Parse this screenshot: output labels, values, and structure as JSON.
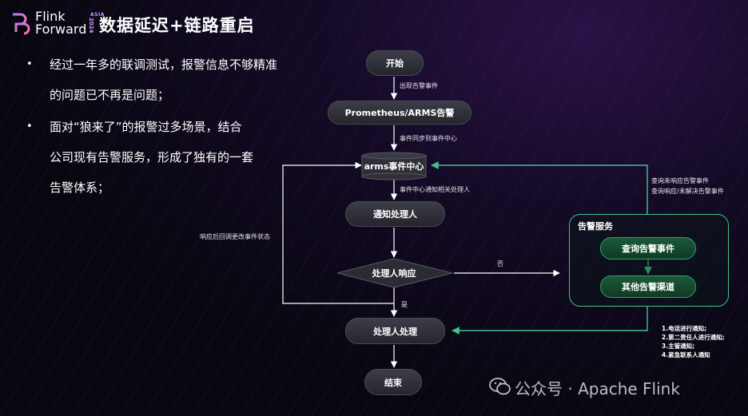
{
  "header": {
    "logo_line1": "Flink",
    "logo_line2": "Forward",
    "logo_asia": "ASIA",
    "logo_year": "2024",
    "title": "数据延迟+链路重启"
  },
  "bullets": [
    {
      "mark": "•",
      "lines": [
        "经过一年多的联调测试，报警信息不够精准",
        "的问题已不再是问题；"
      ]
    },
    {
      "mark": "•",
      "lines": [
        "面对“狼来了”的报警过多场景，结合",
        "公司现有告警服务，形成了独有的一套",
        "告警体系；"
      ]
    }
  ],
  "flow": {
    "start": "开始",
    "edge_start_prom": "出现告警事件",
    "prometheus": "Prometheus/ARMS告警",
    "edge_prom_center": "事件同步到事件中心",
    "event_center": "arms事件中心",
    "edge_center_notify": "事件中心通知相关处理人",
    "notify": "通知处理人",
    "decision": "处理人响应",
    "edge_no": "否",
    "edge_yes": "是",
    "edge_loop": "响应后回调更改事件状态",
    "handle": "处理人处理",
    "end": "结束",
    "service_title": "告警服务",
    "query_events": "查询告警事件",
    "other_channels": "其他告警渠道",
    "edge_service_query_1": "查询未响应告警事件",
    "edge_service_query_2": "查询响应/未解决告警事件",
    "notify_methods": [
      "1.电话进行通知;",
      "2.第二责任人进行通知;",
      "3.主管通知;",
      "4.紧急联系人通知"
    ]
  },
  "watermark": {
    "text": "公众号 · Apache Flink",
    "icon": "wechat-icon"
  },
  "colors": {
    "accent_green": "#3ec48a",
    "node_gray": "#33333c",
    "brand_purple": "#c79bff"
  }
}
